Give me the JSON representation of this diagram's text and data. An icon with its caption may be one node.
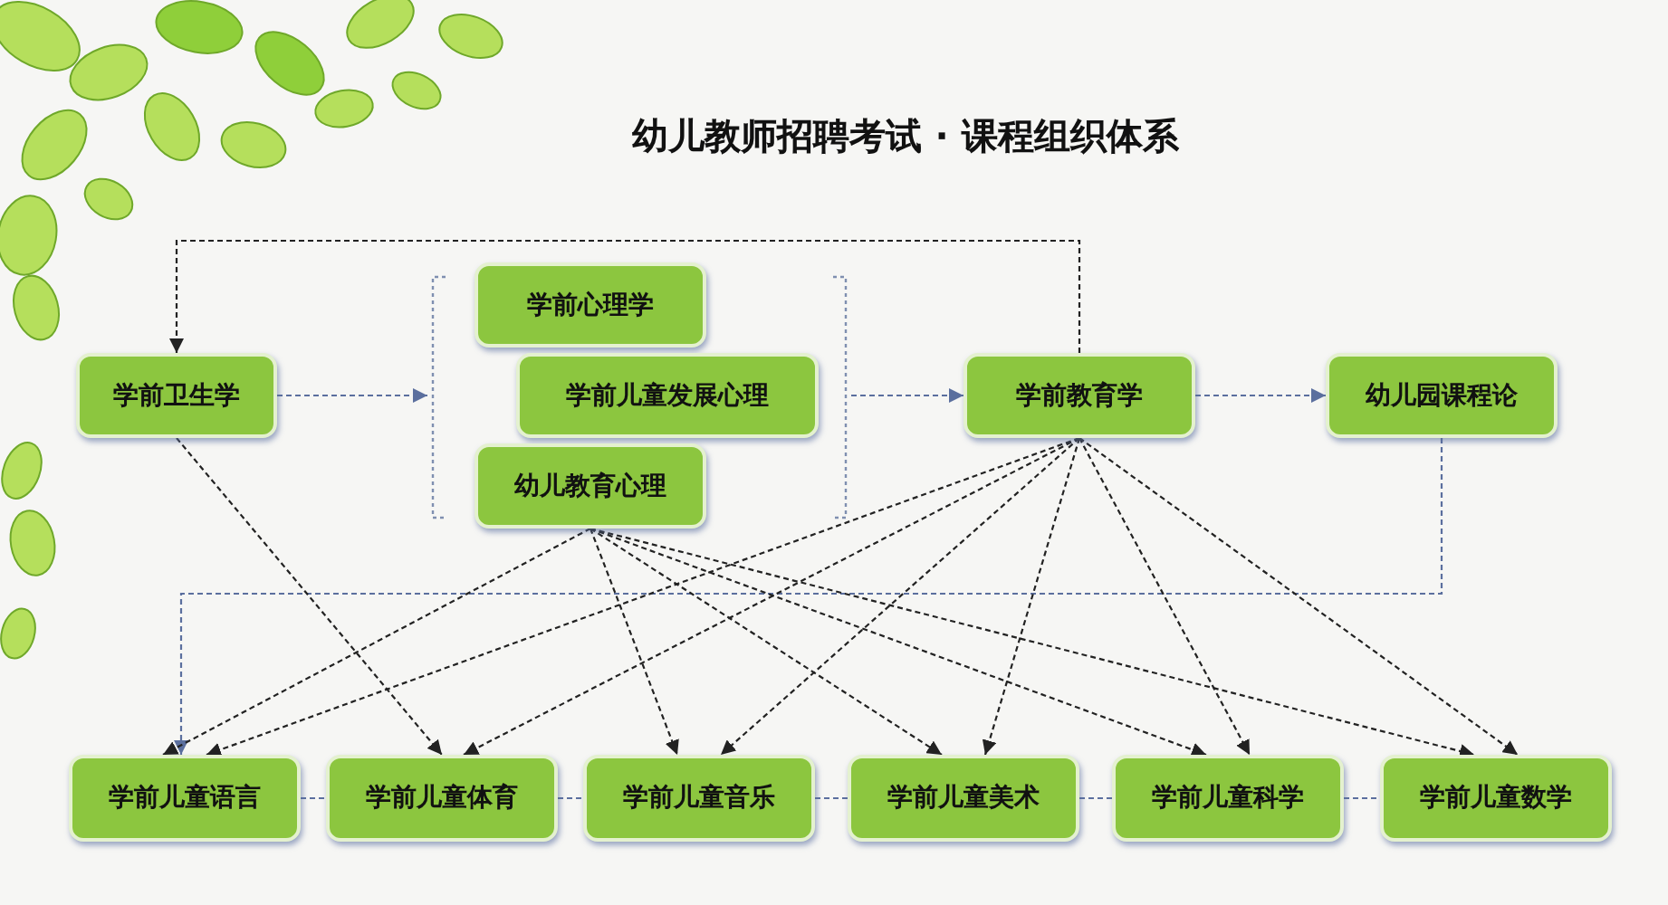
{
  "diagram": {
    "title": "幼儿教师招聘考试 · 课程组织体系",
    "nodes": [
      {
        "text": [
          "学前卫生学"
        ]
      },
      {
        "text": [],
        "shape": "bracket"
      },
      {
        "text": [
          "学前心理学"
        ],
        "in": 1
      },
      {
        "text": [
          "学前儿童发展心理"
        ],
        "in": 1
      },
      {
        "text": [
          "幼儿教育心理"
        ],
        "in": 1
      },
      {
        "text": [
          "学前教育学"
        ]
      },
      {
        "text": [
          "幼儿园课程论"
        ]
      },
      {
        "text": [
          "学前儿童语言"
        ]
      },
      {
        "text": [
          "学前儿童体育"
        ]
      },
      {
        "text": [
          "学前儿童音乐"
        ]
      },
      {
        "text": [
          "学前儿童美术"
        ]
      },
      {
        "text": [
          "学前儿童科学"
        ]
      },
      {
        "text": [
          "学前儿童数学"
        ]
      }
    ],
    "edges": [
      {
        "from": 0,
        "to": 1,
        "arrow": "to",
        "color": "#5b6f9e"
      },
      {
        "from": 1,
        "to": 5,
        "arrow": "to",
        "color": "#5b6f9e"
      },
      {
        "from": 5,
        "to": 6,
        "arrow": "to",
        "color": "#5b6f9e"
      },
      {
        "from": 5,
        "to": 0,
        "arrow": "to"
      },
      {
        "from": 6,
        "to": 7,
        "arrow": "to",
        "color": "#5b6f9e"
      },
      {
        "from": 0,
        "to": 8,
        "arrow": "to"
      },
      {
        "from": 4,
        "to": 7,
        "arrow": "to"
      },
      {
        "from": 4,
        "to": 9,
        "arrow": "to"
      },
      {
        "from": 4,
        "to": 10,
        "arrow": "to"
      },
      {
        "from": 4,
        "to": 11,
        "arrow": "to"
      },
      {
        "from": 4,
        "to": 12,
        "arrow": "to"
      },
      {
        "from": 5,
        "to": 7,
        "arrow": "to"
      },
      {
        "from": 5,
        "to": 8,
        "arrow": "to"
      },
      {
        "from": 5,
        "to": 9,
        "arrow": "to"
      },
      {
        "from": 5,
        "to": 10,
        "arrow": "to"
      },
      {
        "from": 5,
        "to": 11,
        "arrow": "to"
      },
      {
        "from": 5,
        "to": 12,
        "arrow": "to"
      },
      {
        "from": 7,
        "to": 8,
        "arrow": "none",
        "color": "#5b6f9e"
      },
      {
        "from": 8,
        "to": 9,
        "arrow": "none",
        "color": "#5b6f9e"
      },
      {
        "from": 9,
        "to": 10,
        "arrow": "none",
        "color": "#5b6f9e"
      },
      {
        "from": 10,
        "to": 11,
        "arrow": "none",
        "color": "#5b6f9e"
      },
      {
        "from": 11,
        "to": 12,
        "arrow": "none",
        "color": "#5b6f9e"
      }
    ]
  }
}
